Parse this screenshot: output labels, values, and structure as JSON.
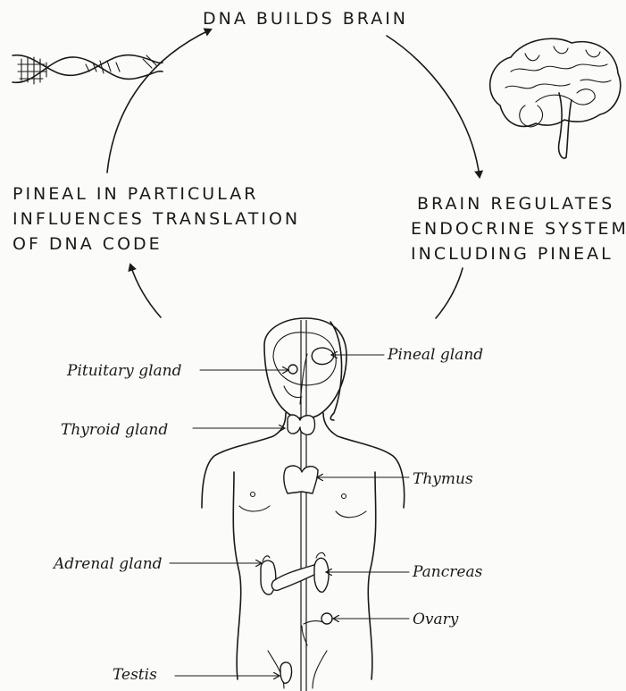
{
  "cycle": {
    "top": "DNA BUILDS BRAIN",
    "right": [
      "BRAIN REGULATES",
      "ENDOCRINE SYSTEM",
      "INCLUDING PINEAL"
    ],
    "left": [
      "PINEAL IN PARTICULAR",
      "INFLUENCES TRANSLATION",
      "OF DNA CODE"
    ]
  },
  "body_labels": {
    "pituitary": "Pituitary gland",
    "pineal": "Pineal gland",
    "thyroid": "Thyroid gland",
    "thymus": "Thymus",
    "adrenal": "Adrenal gland",
    "pancreas": "Pancreas",
    "ovary": "Ovary",
    "testis": "Testis"
  }
}
